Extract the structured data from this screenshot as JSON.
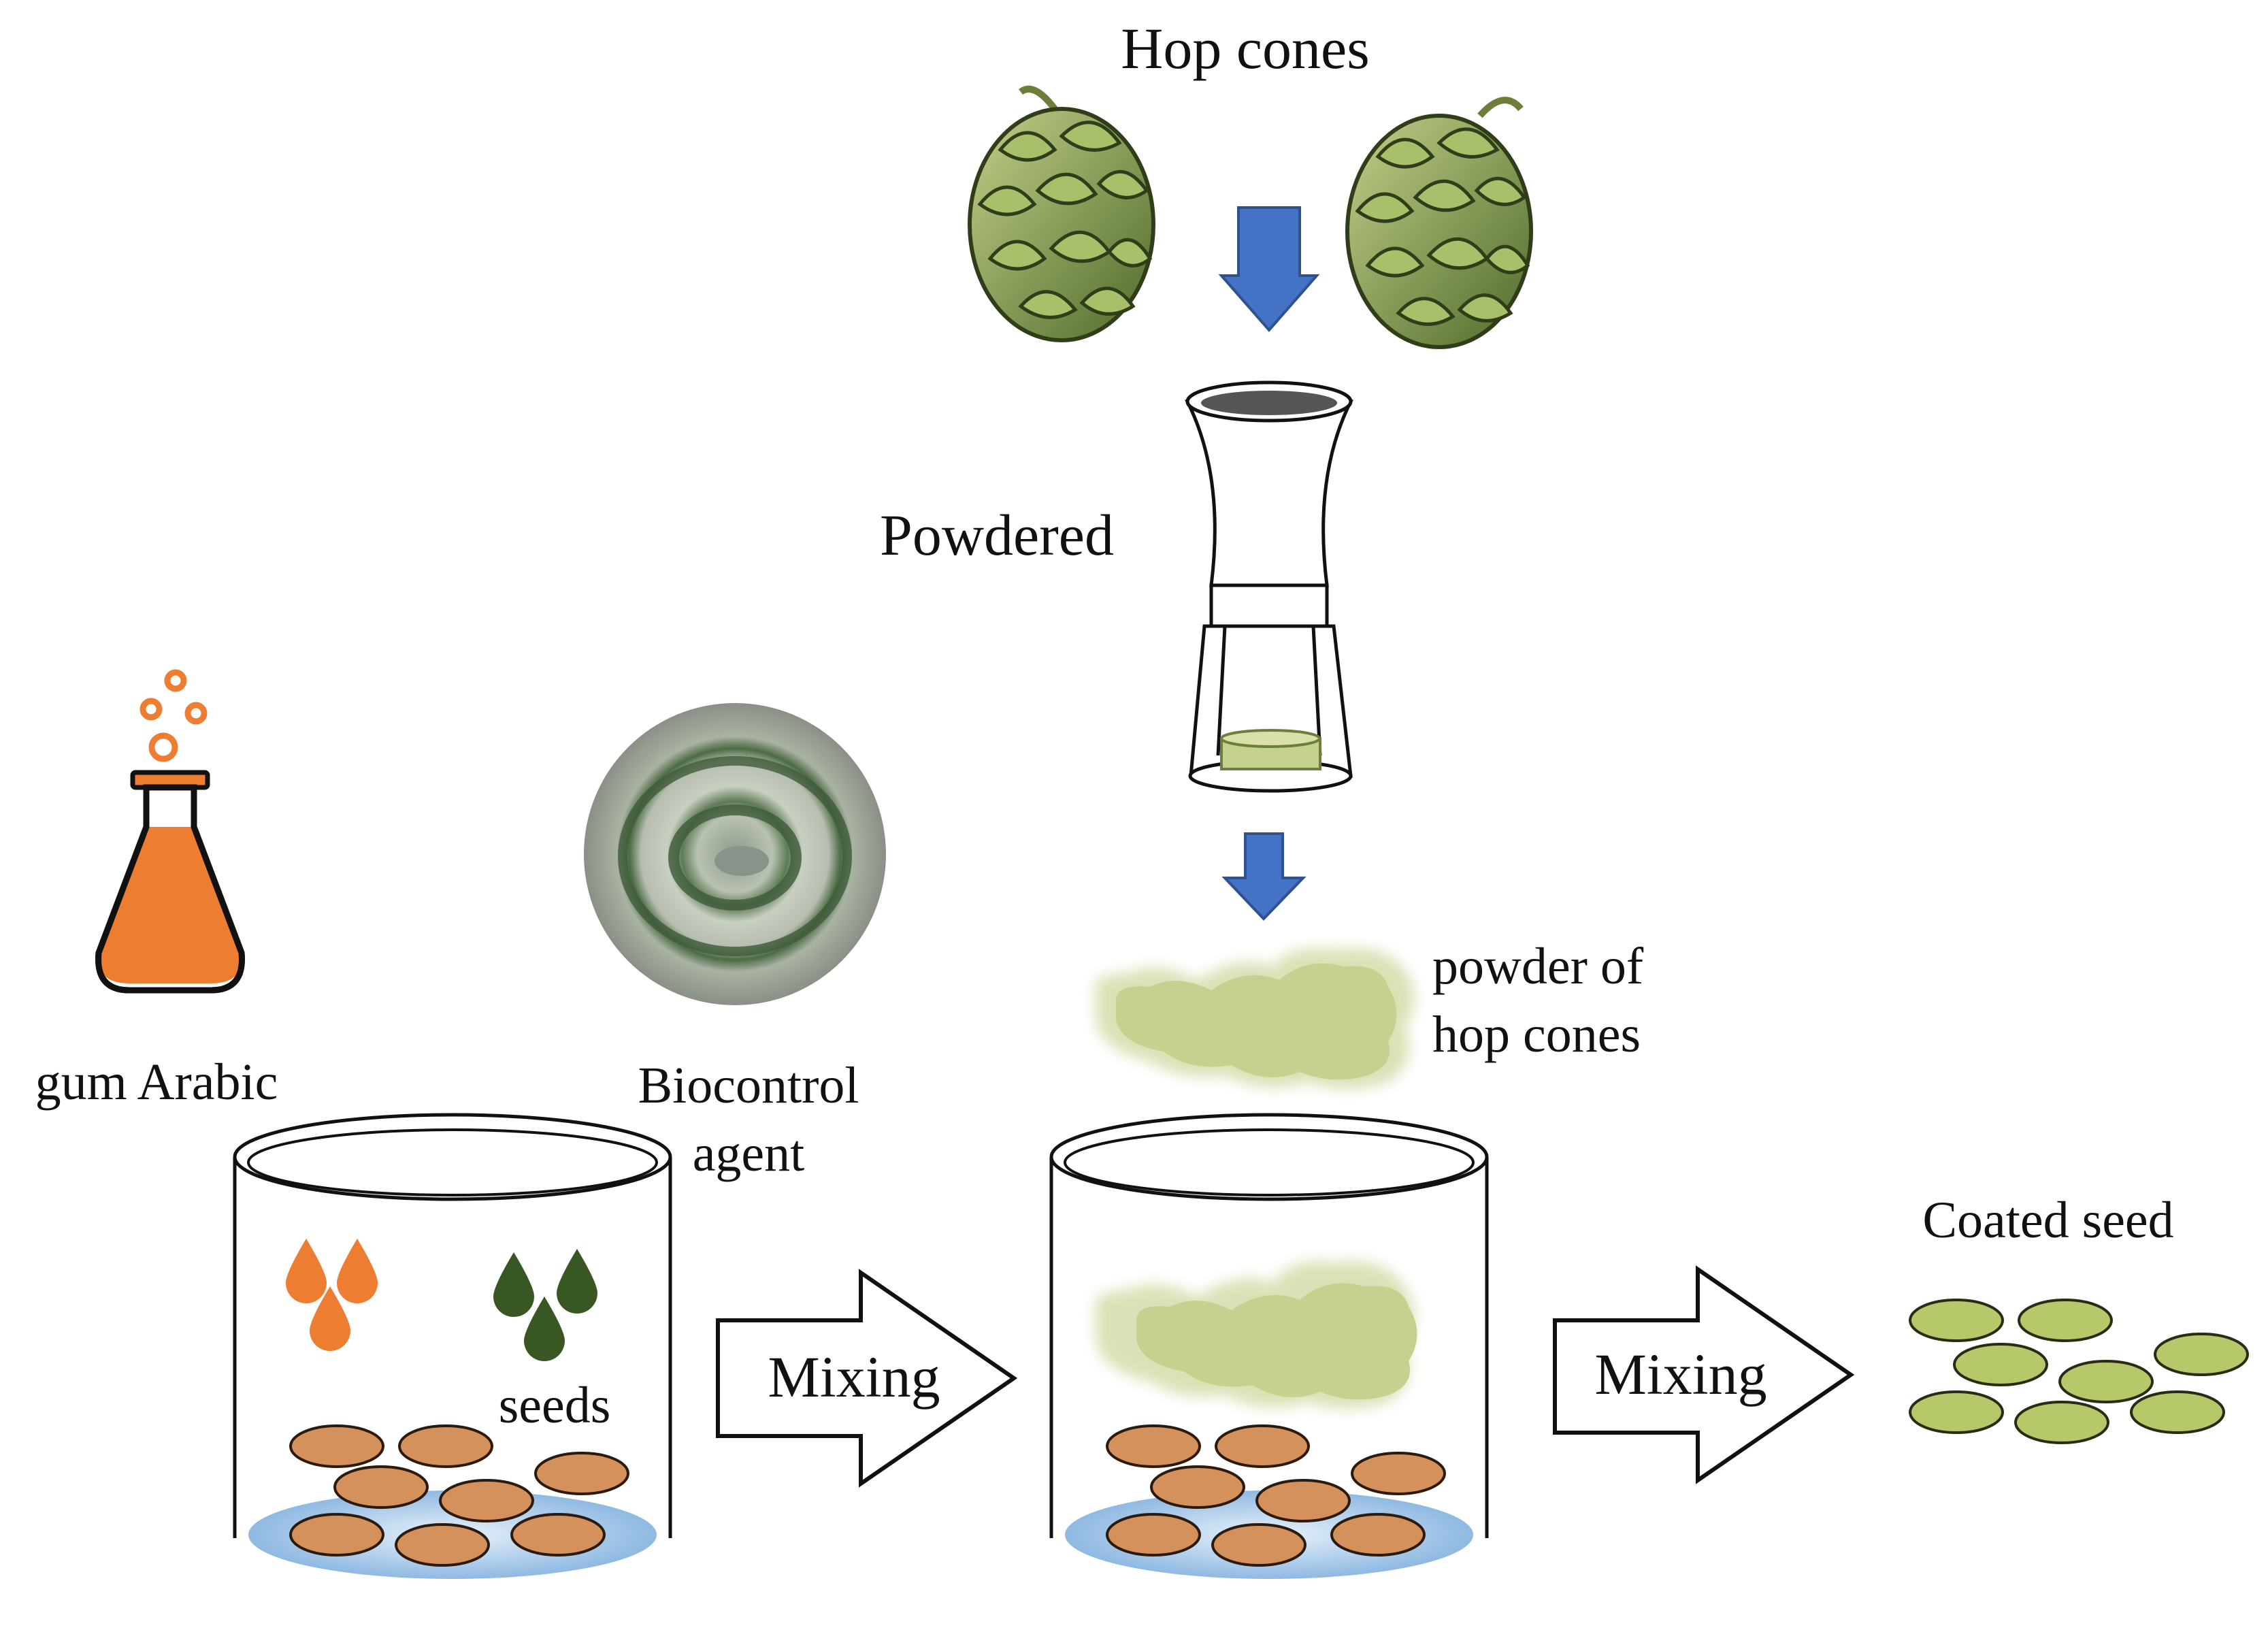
{
  "labels": {
    "hop_cones": "Hop cones",
    "powdered": "Powdered",
    "gum_arabic": "gum Arabic",
    "biocontrol_line1": "Biocontrol",
    "biocontrol_line2": "agent",
    "powder_line1": "powder of",
    "powder_line2": "hop cones",
    "seeds": "seeds",
    "mixing_1": "Mixing",
    "mixing_2": "Mixing",
    "coated_seed": "Coated seed"
  },
  "colors": {
    "arrow_blue": "#4472C4",
    "gum_orange": "#ED7D31",
    "agent_green": "#385723",
    "seed_brown": "#D4915C",
    "coated_seed": "#B5C96B",
    "powder_green": "#C5D18F",
    "liquid_blue": "#9DC3E6",
    "hop_green": "#8FA653"
  }
}
